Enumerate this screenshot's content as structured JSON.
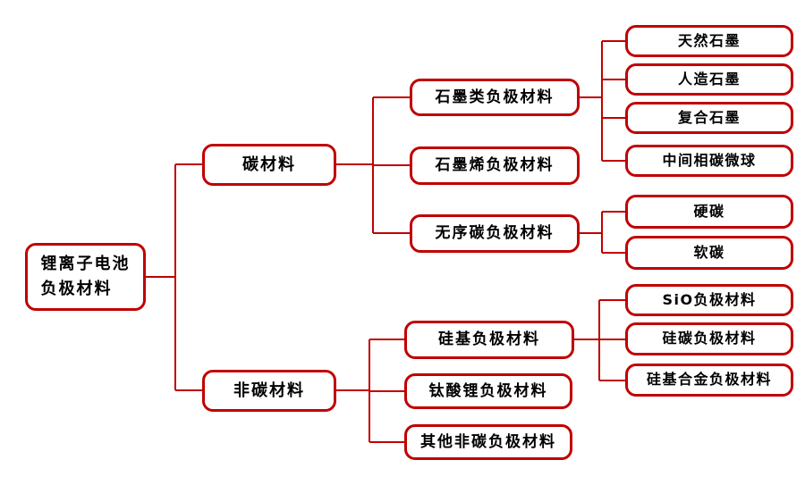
{
  "diagram": {
    "accent_color": "#C00000",
    "text_color": "#000000",
    "background_color": "#FFFFFF",
    "nodes": {
      "root": {
        "label": "锂离子电池\n负极材料"
      },
      "carbon": {
        "label": "碳材料"
      },
      "noncarbon": {
        "label": "非碳材料"
      },
      "graphite": {
        "label": "石墨类负极材料"
      },
      "graphene": {
        "label": "石墨烯负极材料"
      },
      "disordered": {
        "label": "无序碳负极材料"
      },
      "natural": {
        "label": "天然石墨"
      },
      "artificial": {
        "label": "人造石墨"
      },
      "composite": {
        "label": "复合石墨"
      },
      "mcmb": {
        "label": "中间相碳微球"
      },
      "hard": {
        "label": "硬碳"
      },
      "soft": {
        "label": "软碳"
      },
      "sibase": {
        "label": "硅基负极材料"
      },
      "lto": {
        "label": "钛酸锂负极材料"
      },
      "othernc": {
        "label": "其他非碳负极材料"
      },
      "sio": {
        "label": "SiO负极材料"
      },
      "sicarbon": {
        "label": "硅碳负极材料"
      },
      "sialloy": {
        "label": "硅基合金负极材料"
      }
    },
    "edges": [
      [
        "root",
        "carbon"
      ],
      [
        "root",
        "noncarbon"
      ],
      [
        "carbon",
        "graphite"
      ],
      [
        "carbon",
        "graphene"
      ],
      [
        "carbon",
        "disordered"
      ],
      [
        "graphite",
        "natural"
      ],
      [
        "graphite",
        "artificial"
      ],
      [
        "graphite",
        "composite"
      ],
      [
        "graphite",
        "mcmb"
      ],
      [
        "disordered",
        "hard"
      ],
      [
        "disordered",
        "soft"
      ],
      [
        "noncarbon",
        "sibase"
      ],
      [
        "noncarbon",
        "lto"
      ],
      [
        "noncarbon",
        "othernc"
      ],
      [
        "sibase",
        "sio"
      ],
      [
        "sibase",
        "sicarbon"
      ],
      [
        "sibase",
        "sialloy"
      ]
    ]
  }
}
